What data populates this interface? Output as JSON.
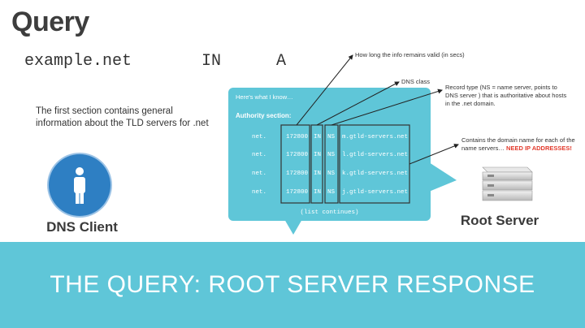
{
  "title": "Query",
  "query": {
    "name": "example.net",
    "class": "IN",
    "type": "A"
  },
  "description": "The first section contains general information about the TLD servers for .net",
  "client": {
    "label": "DNS Client",
    "icon": "person-icon"
  },
  "server": {
    "label": "Root Server",
    "icon": "server-stack-icon"
  },
  "bubble": {
    "intro": "Here's what I know…",
    "section": "Authority section:",
    "records": [
      {
        "name": "net.",
        "ttl": "172800",
        "class": "IN",
        "type": "NS",
        "value": "m.gtld-servers.net"
      },
      {
        "name": "net.",
        "ttl": "172800",
        "class": "IN",
        "type": "NS",
        "value": "l.gtld-servers.net"
      },
      {
        "name": "net.",
        "ttl": "172800",
        "class": "IN",
        "type": "NS",
        "value": "k.gtld-servers.net"
      },
      {
        "name": "net.",
        "ttl": "172800",
        "class": "IN",
        "type": "NS",
        "value": "j.gtld-servers.net"
      }
    ],
    "continues": "(list continues)"
  },
  "annotations": {
    "ttl": "How long the info remains valid (in secs)",
    "class": "DNS class",
    "type": "Record type (NS = name server, points to DNS server ) that is authoritative about hosts in the .net domain.",
    "value_prefix": "Contains the domain name for each of the name servers…",
    "value_warning": "NEED IP ADDRESSES!"
  },
  "banner": "THE QUERY: ROOT SERVER RESPONSE",
  "colors": {
    "accent": "#5fc6d8",
    "client": "#2e7fc3",
    "warning": "#e23a2c"
  }
}
